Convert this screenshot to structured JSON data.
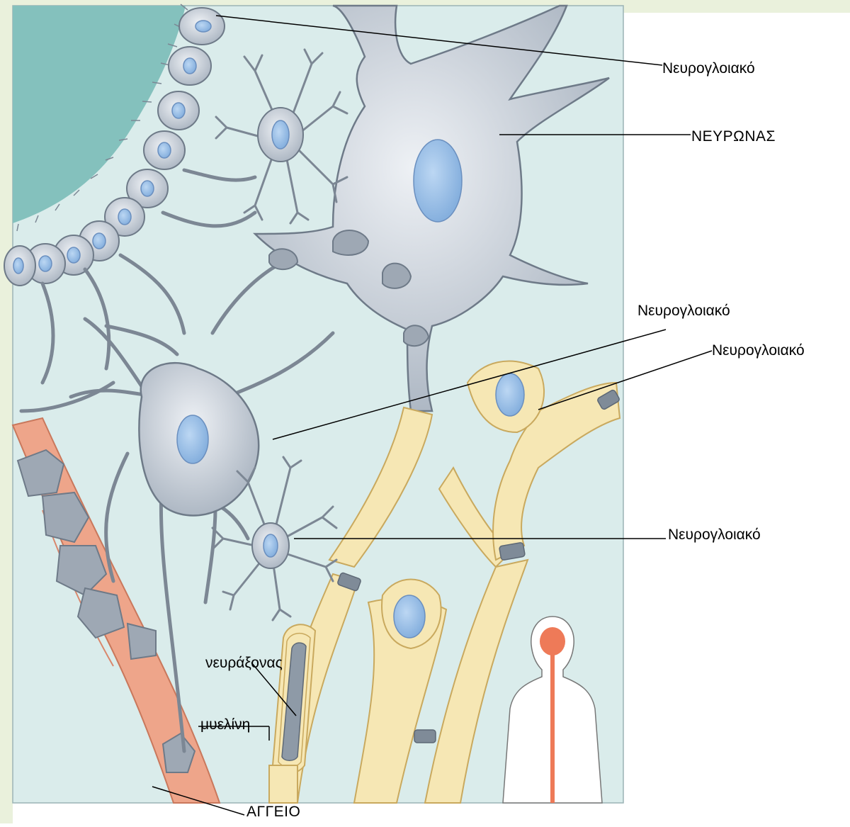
{
  "diagram": {
    "labels": {
      "glial_top": "Νευρογλοιακό",
      "neuron": "ΝΕΥΡΩΝΑΣ",
      "glial_middle": "Νευρογλοιακό",
      "glial_right": "Νευρογλοιακό",
      "glial_lower": "Νευρογλοιακό",
      "axon": "νευράξονας",
      "myelin": "μυελίνη",
      "vessel": "ΑΓΓΕΙΟ"
    },
    "colors": {
      "slide_frame": "#eaf1dc",
      "tissue_background": "#daeceb",
      "ventricle": "#84c1bd",
      "cell_body": "#c9d1da",
      "cell_stroke": "#6e7a88",
      "nucleus": "#9cc2ea",
      "myelin": "#f6e7b4",
      "myelin_stroke": "#c9a95e",
      "blood_vessel": "#eea58a",
      "silhouette_spinal_cord": "#ee7a58"
    },
    "icons": [
      "human-silhouette-icon"
    ]
  }
}
